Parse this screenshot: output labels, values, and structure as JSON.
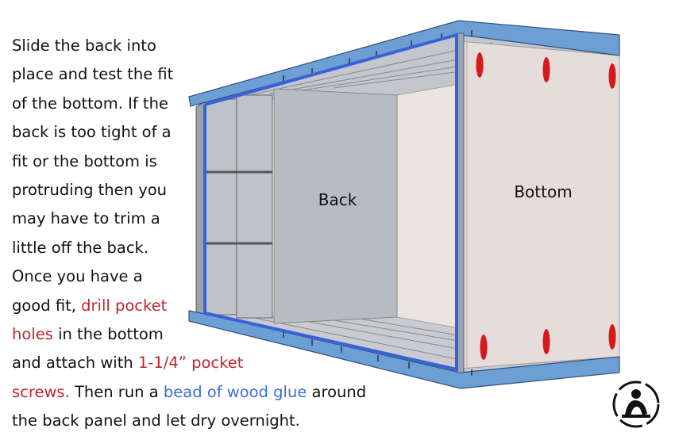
{
  "labels": {
    "back": "Back",
    "bottom": "Bottom"
  },
  "instructions": [
    [
      {
        "text": "Slide the back into"
      }
    ],
    [
      {
        "text": "place and test the fit"
      }
    ],
    [
      {
        "text": "of the bottom. If the"
      }
    ],
    [
      {
        "text": "back is too tight of a"
      }
    ],
    [
      {
        "text": "fit or the bottom is"
      }
    ],
    [
      {
        "text": "protruding then you"
      }
    ],
    [
      {
        "text": "may have to trim a"
      }
    ],
    [
      {
        "text": "little off the back."
      }
    ],
    [
      {
        "text": "Once you have a"
      }
    ],
    [
      {
        "text": "good fit, "
      },
      {
        "text": "drill pocket",
        "color": "red"
      }
    ],
    [
      {
        "text": "holes",
        "color": "red"
      },
      {
        "text": " in the bottom"
      }
    ],
    [
      {
        "text": "and attach with "
      },
      {
        "text": "1-1/4” pocket",
        "color": "red"
      }
    ],
    [
      {
        "text": "screws.",
        "color": "red"
      },
      {
        "text": " Then run a "
      },
      {
        "text": "bead of wood glue",
        "color": "blue"
      },
      {
        "text": " around"
      }
    ],
    [
      {
        "text": "the back panel and let dry overnight."
      }
    ]
  ],
  "colors": {
    "frame": "#6a9bd1",
    "glue": "#3a62d8",
    "pocket_holes": "#d7191c",
    "back_panel": "#b9bcc3",
    "bottom_panel": "#eae2de",
    "text_red": "#c1272d",
    "text_blue": "#3a6fd8"
  },
  "icons": {
    "logo": "woodworker-logo"
  }
}
